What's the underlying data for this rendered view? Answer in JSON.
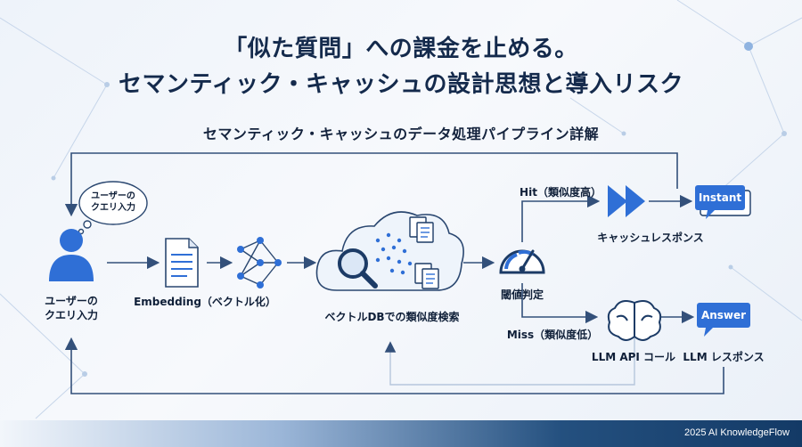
{
  "header": {
    "title_line1": "「似た質問」への課金を止める。",
    "title_line2": "セマンティック・キャッシュの設計思想と導入リスク",
    "subtitle": "セマンティック・キャッシュのデータ処理パイプライン詳解"
  },
  "nodes": {
    "user_bubble": "ユーザーの\nクエリ入力",
    "user_label": "ユーザーの\nクエリ入力",
    "embedding_label": "Embedding（ベクトル化）",
    "vector_db_label": "ベクトルDBでの類似度検索",
    "threshold_label": "閾値判定",
    "cache_response_label": "キャッシュレスポンス",
    "llm_call_label": "LLM API コール",
    "llm_response_label": "LLM レスポンス"
  },
  "branches": {
    "hit_label": "Hit（類似度高）",
    "miss_label": "Miss（類似度低）"
  },
  "tags": {
    "instant": "Instant",
    "answer": "Answer"
  },
  "icons": {
    "user": "user-icon",
    "document": "document-icon",
    "network": "neural-network-icon",
    "cloud_search": "cloud-search-icon",
    "gauge": "gauge-icon",
    "fast_forward": "fast-forward-icon",
    "brain": "brain-icon"
  },
  "colors": {
    "primary": "#2f6fd6",
    "dark": "#14315a",
    "line": "#33507a"
  },
  "footer": {
    "text": "2025 AI KnowledgeFlow"
  }
}
